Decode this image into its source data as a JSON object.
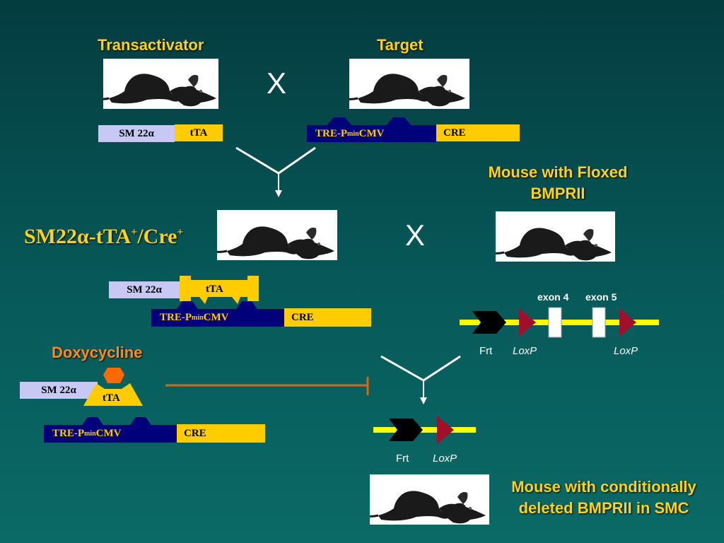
{
  "labels": {
    "transactivator": "Transactivator",
    "target": "Target",
    "cross_symbol": "X",
    "floxed_mouse": "Mouse with Floxed BMPRII",
    "cross_mouse_prefix": "SM22",
    "cross_mouse_suffix": "-tTA",
    "cross_mouse_cre": "/Cre",
    "plus": "+",
    "alpha": "α",
    "doxycycline": "Doxycycline",
    "result_mouse": "Mouse with conditionally deleted BMPRII in SMC"
  },
  "constructs": {
    "sm22_prefix": "SM 22",
    "tta": "tTA",
    "tre_prefix": "TRE-P",
    "tre_sub": "min",
    "tre_suffix": "CMV",
    "cre": "CRE"
  },
  "locus": {
    "exon4": "exon 4",
    "exon5": "exon 5",
    "frt": "Frt",
    "loxp": "LoxP"
  },
  "colors": {
    "title_yellow": "#ffd21c",
    "doxy_orange": "#ff8c1a",
    "sm22_box": "#c8c8f4",
    "tta_box": "#ffcc00",
    "tre_box": "#00007a",
    "loxp_red": "#a0102a",
    "inhibit_line": "#d2691e"
  }
}
